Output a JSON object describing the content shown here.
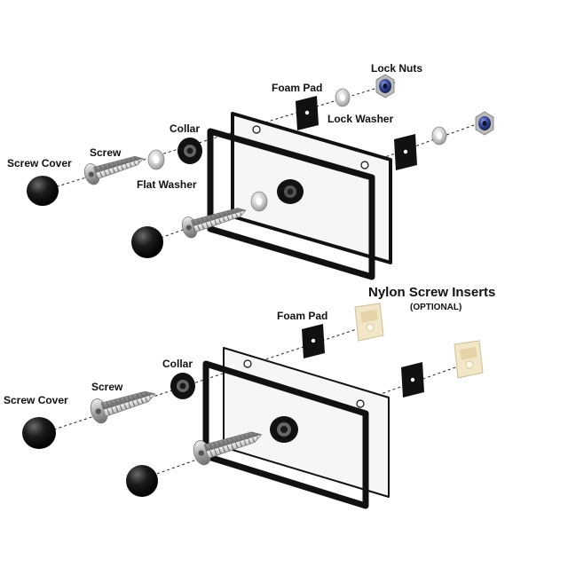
{
  "diagrams": [
    {
      "labels": {
        "lock_nuts": "Lock Nuts",
        "foam_pad": "Foam Pad",
        "lock_washer": "Lock Washer",
        "collar": "Collar",
        "screw": "Screw",
        "screw_cover": "Screw Cover",
        "flat_washer": "Flat Washer"
      }
    },
    {
      "labels": {
        "inserts_title": "Nylon Screw Inserts",
        "inserts_subtitle": "(OPTIONAL)",
        "foam_pad": "Foam Pad",
        "collar": "Collar",
        "screw": "Screw",
        "screw_cover": "Screw Cover"
      }
    }
  ],
  "colors": {
    "frame": "#111111",
    "plate": "#f4f4f4",
    "metal": "#b9b9b9",
    "nylon_insert": "#f2e6c8",
    "lock_nut_blue": "#2f3f8f",
    "dashed_line": "#222222"
  }
}
